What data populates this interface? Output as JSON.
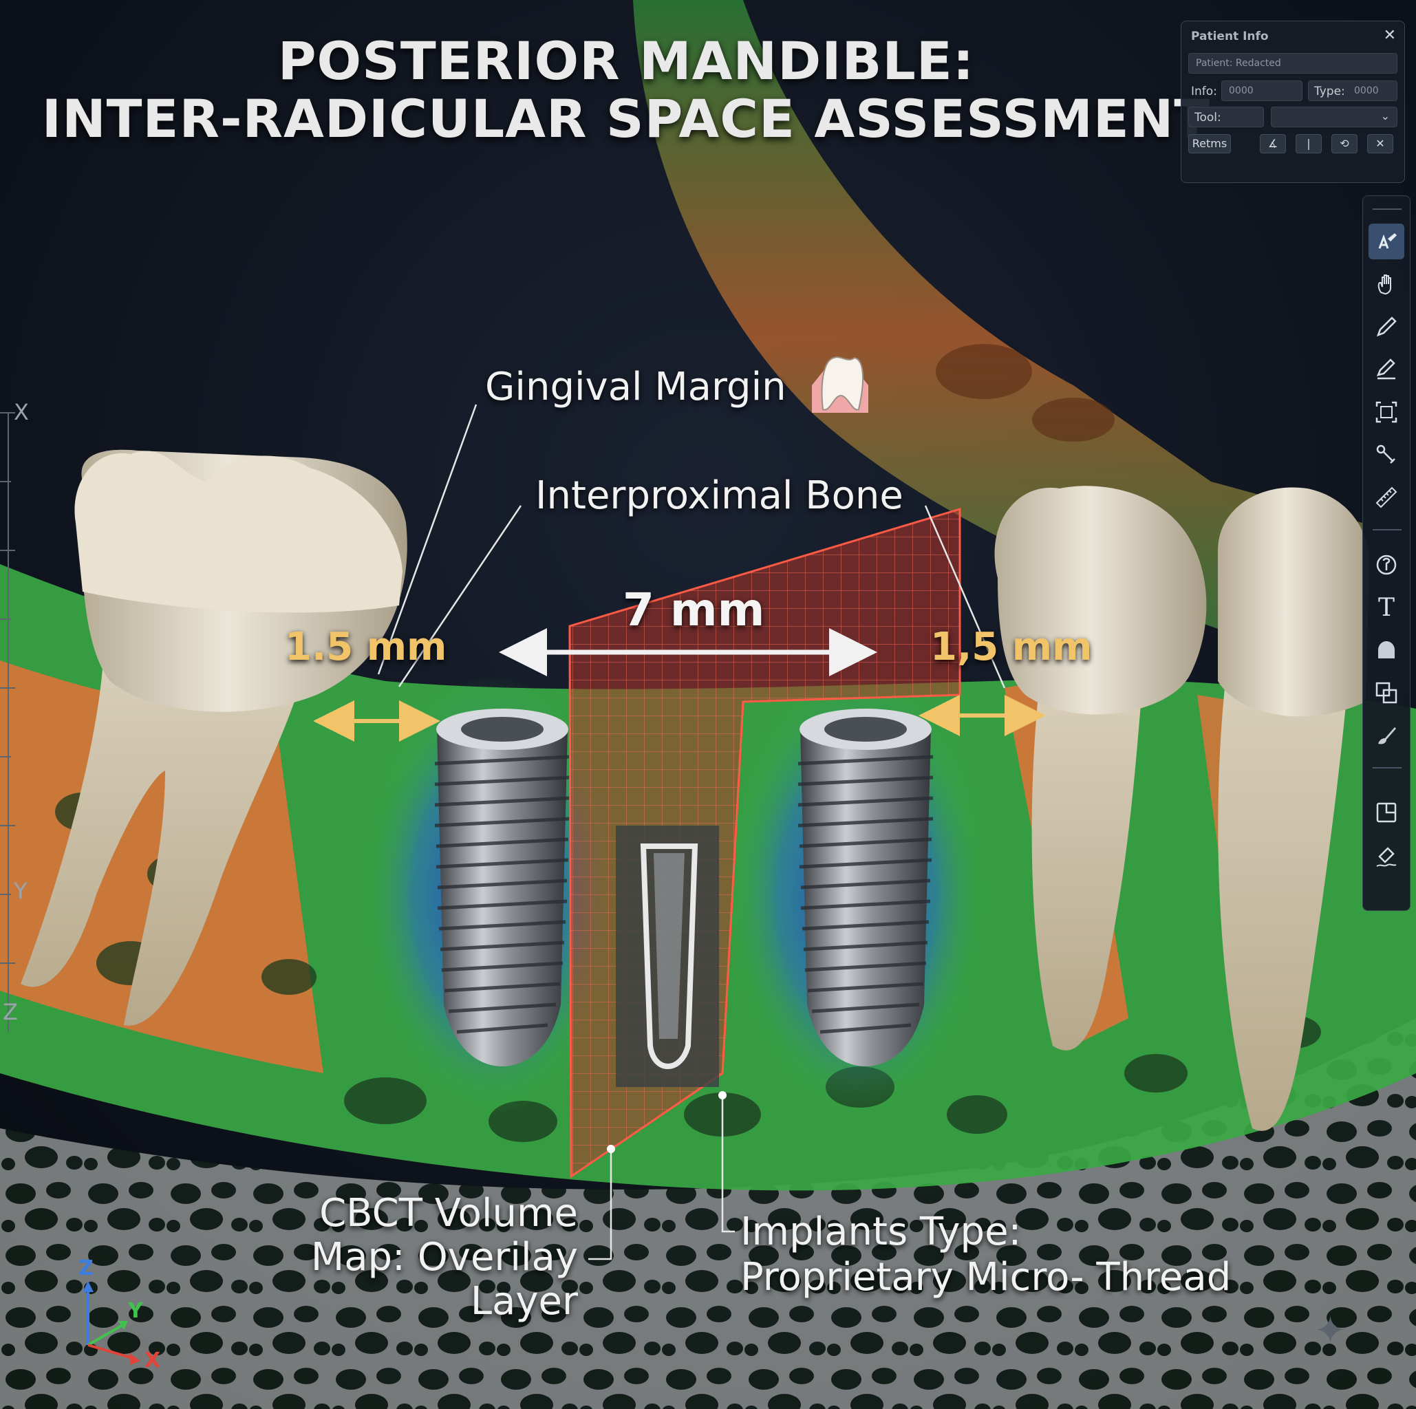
{
  "title": {
    "line1": "POSTERIOR MANDIBLE:",
    "line2": "INTER-RADICULAR SPACE ASSESSMENT"
  },
  "labels": {
    "gingival_margin": "Gingival Margin",
    "interproximal_bone": "Interproximal Bone",
    "cbct_line1": "CBCT Volume",
    "cbct_line2": "Map:  Overilay",
    "cbct_line3": "Layer",
    "implant_line1": "Implants Type:",
    "implant_line2": "Proprietary Micro- Thread"
  },
  "measurements": {
    "left_gap": "1.5 mm",
    "center_gap": "7 mm",
    "right_gap": "1,5 mm"
  },
  "axes": {
    "ruler_x": "X",
    "ruler_y": "Y",
    "ruler_z": "Z",
    "triad_z": "Z",
    "triad_y": "Y",
    "triad_x": "X"
  },
  "patient_panel": {
    "title": "Patient Info",
    "patient_field": "Patient:  Redacted",
    "info_label": "Info:",
    "info_value": "0000",
    "type_label": "Type:",
    "type_value": "0000",
    "tool_label": "Tool:",
    "tool_value": "",
    "items_label": "Retms",
    "close_icon": "close-icon"
  },
  "toolbar": {
    "text_tool_glyph": "T",
    "tools": [
      "annotate-icon",
      "pan-hand-icon",
      "pencil-icon",
      "edit-icon",
      "scan-frame-icon",
      "probe-icon",
      "ruler-icon",
      "node-icon",
      "text-icon",
      "crown-icon",
      "layers-icon",
      "brush-icon",
      "export-icon",
      "signature-icon"
    ]
  },
  "colors": {
    "measure_yellow": "#f2c46a",
    "bone_green": "#3fb84a",
    "bone_orange": "#d9743a",
    "density_blue": "#2a4fd0",
    "overlay_red": "#b3342a",
    "background": "#0c1119"
  }
}
